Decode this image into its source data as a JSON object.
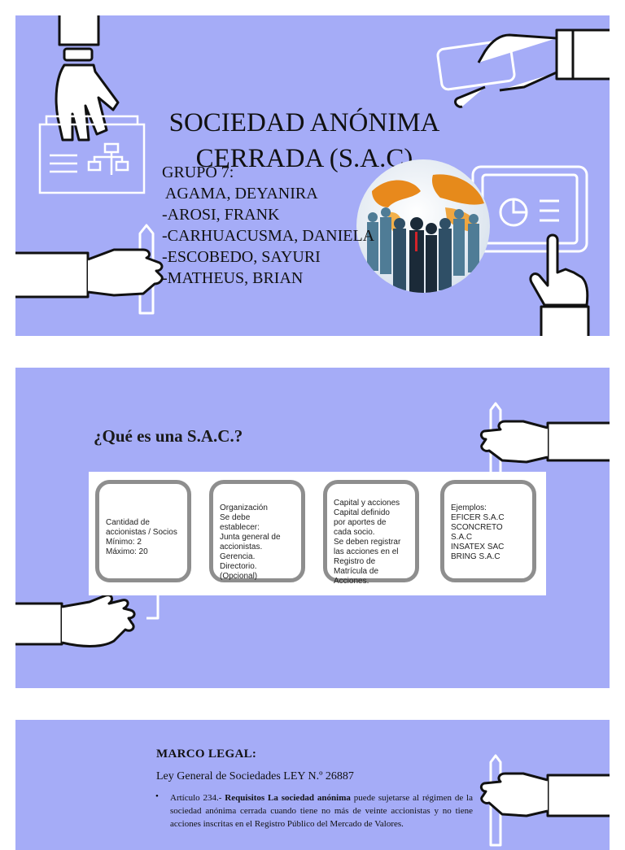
{
  "slide1": {
    "title_line1": "SOCIEDAD ANÓNIMA",
    "title_line2": "CERRADA (S.A.C)",
    "group": "GRUPO 7:",
    "members": [
      " AGAMA, DEYANIRA",
      "-AROSI, FRANK",
      "-CARHUACUSMA, DANIELA",
      "-ESCOBEDO, SAYURI",
      "-MATHEUS, BRIAN"
    ]
  },
  "slide2": {
    "question": "¿Qué es una S.A.C.?",
    "cards": [
      "Cantidad de\naccionistas / Socios\nMínimo: 2\nMáximo: 20",
      "Organización\nSe debe\nestablecer:\nJunta general de\naccionistas.\nGerencia.\nDirectorio.\n(Opcional)",
      "Capital y acciones\nCapital definido\npor aportes de\ncada socio.\nSe deben registrar\nlas acciones en el\nRegistro de\nMatrícula de\nAcciones.",
      "Ejemplos:\nEFICER S.A.C\nSCONCRETO S.A.C\nINSATEX SAC\nBRING S.A.C"
    ]
  },
  "slide3": {
    "heading": "MARCO LEGAL:",
    "law": "Ley General de Sociedades LEY N.º 26887",
    "bullet": "•",
    "article_prefix": "Artículo 234.- ",
    "article_bold": "Requisitos La sociedad anónima",
    "article_rest": " puede sujetarse al régimen de la sociedad anónima cerrada cuando tiene no más de veinte accionistas y no tiene acciones inscritas en el Registro Público del Mercado de Valores."
  }
}
